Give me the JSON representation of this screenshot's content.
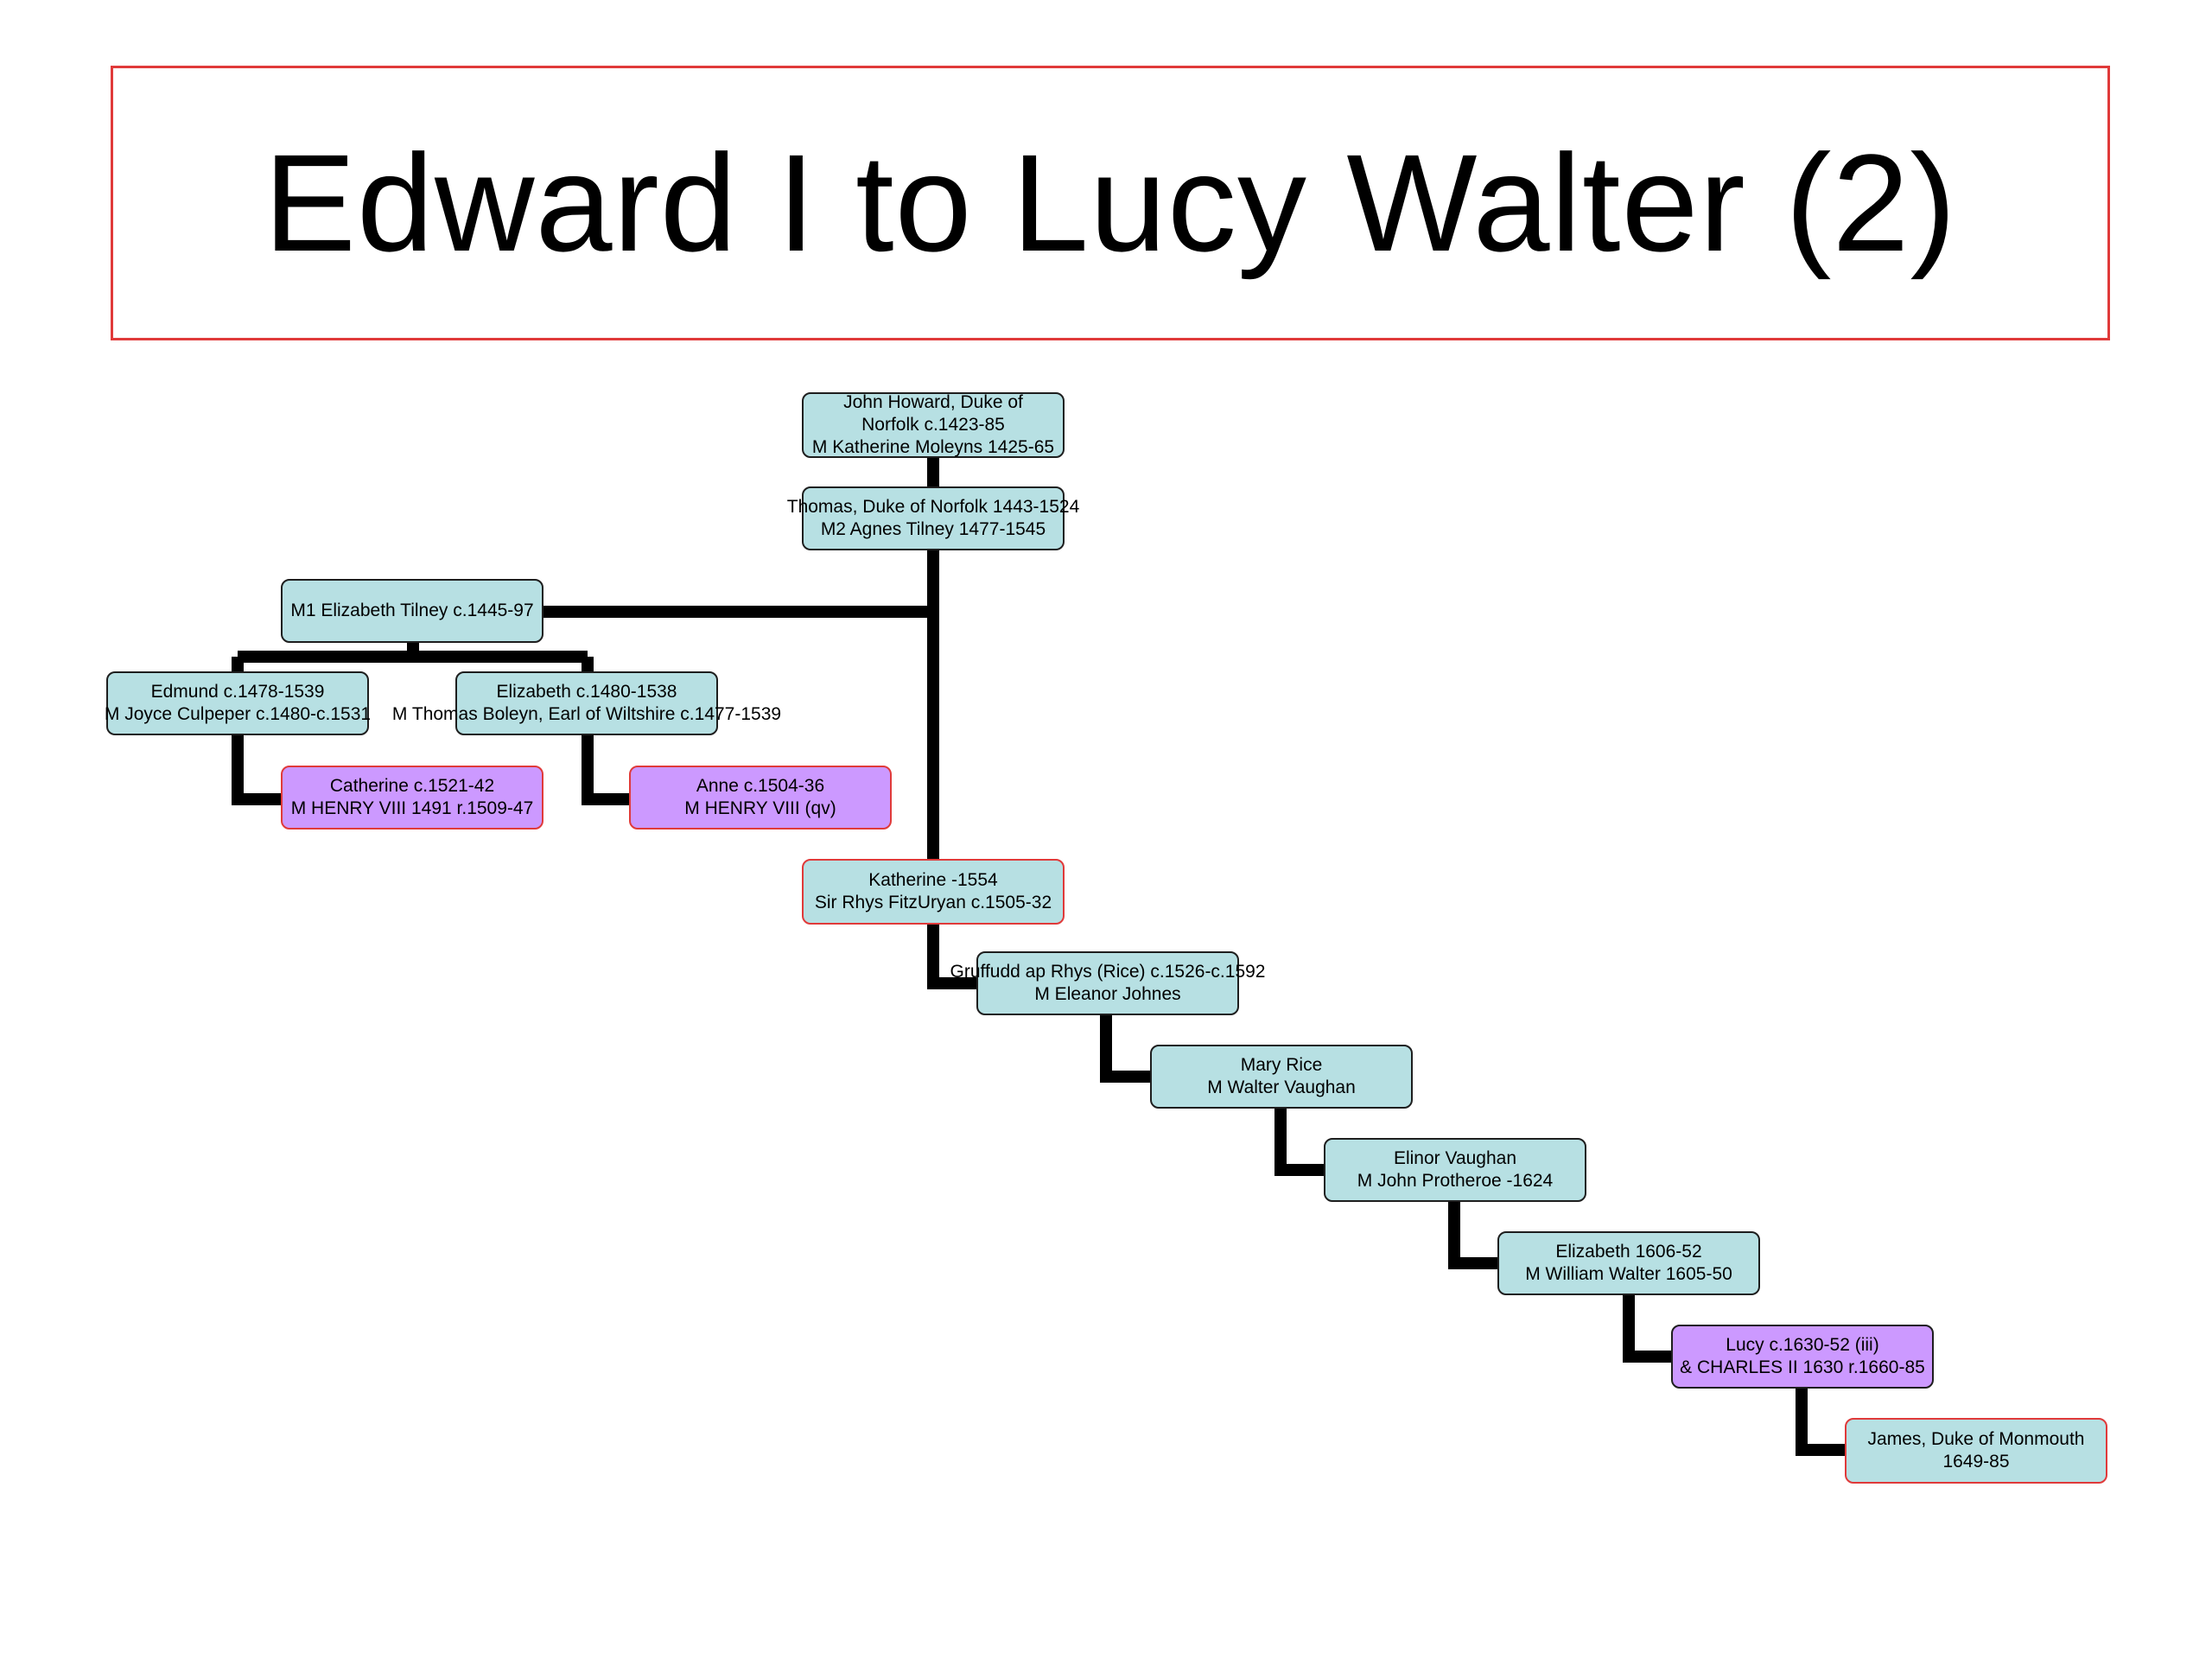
{
  "title": "Edward I to Lucy Walter (2)",
  "colors": {
    "title_border": "#e03a3a",
    "node_fill": "#b7e0e3",
    "royal_fill": "#cc99ff",
    "node_border": "#1e1e1e",
    "highlight_border": "#e03a3a",
    "connector": "#000000"
  },
  "nodes": {
    "john_howard": {
      "lines": [
        "John Howard, Duke of",
        "Norfolk c.1423-85",
        "M Katherine Moleyns 1425-65"
      ]
    },
    "thomas_norfolk": {
      "lines": [
        "Thomas, Duke of Norfolk 1443-1524",
        "M2 Agnes Tilney 1477-1545"
      ]
    },
    "elizabeth_tilney": {
      "lines": [
        "M1 Elizabeth Tilney c.1445-97"
      ]
    },
    "edmund": {
      "lines": [
        "Edmund c.1478-1539",
        "M Joyce Culpeper c.1480-c.1531"
      ]
    },
    "elizabeth_boleyn": {
      "lines": [
        "Elizabeth c.1480-1538",
        "M Thomas Boleyn, Earl of Wiltshire c.1477-1539"
      ]
    },
    "catherine": {
      "lines": [
        "Catherine c.1521-42",
        "M HENRY VIII 1491 r.1509-47"
      ]
    },
    "anne": {
      "lines": [
        "Anne c.1504-36",
        "M HENRY VIII (qv)"
      ]
    },
    "katherine": {
      "lines": [
        "Katherine -1554",
        "Sir Rhys FitzUryan c.1505-32"
      ]
    },
    "gruffudd": {
      "lines": [
        "Gruffudd ap Rhys (Rice) c.1526-c.1592",
        "M Eleanor Johnes"
      ]
    },
    "mary_rice": {
      "lines": [
        "Mary Rice",
        "M Walter Vaughan"
      ]
    },
    "elinor_vaughan": {
      "lines": [
        "Elinor Vaughan",
        "M John Protheroe -1624"
      ]
    },
    "elizabeth_1606": {
      "lines": [
        "Elizabeth 1606-52",
        "M William Walter 1605-50"
      ]
    },
    "lucy": {
      "lines": [
        "Lucy c.1630-52 (iii)",
        "& CHARLES II 1630 r.1660-85"
      ]
    },
    "james_monmouth": {
      "lines": [
        "James, Duke of Monmouth",
        "1649-85"
      ]
    }
  }
}
